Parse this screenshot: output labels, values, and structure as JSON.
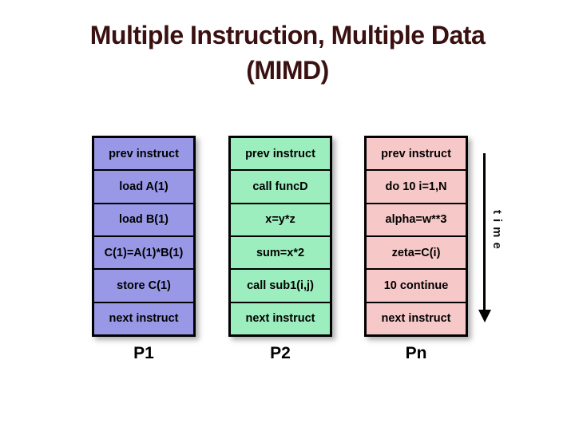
{
  "title": {
    "line1": "Multiple Instruction, Multiple Data",
    "line2": "(MIMD)"
  },
  "columns": [
    {
      "label": "P1",
      "color": "#9898e6",
      "cells": [
        "prev instruct",
        "load A(1)",
        "load B(1)",
        "C(1)=A(1)*B(1)",
        "store C(1)",
        "next instruct"
      ]
    },
    {
      "label": "P2",
      "color": "#9ceebe",
      "cells": [
        "prev instruct",
        "call funcD",
        "x=y*z",
        "sum=x*2",
        "call sub1(i,j)",
        "next instruct"
      ]
    },
    {
      "label": "Pn",
      "color": "#f7c8c8",
      "cells": [
        "prev instruct",
        "do 10 i=1,N",
        "alpha=w**3",
        "zeta=C(i)",
        "10 continue",
        "next instruct"
      ]
    }
  ],
  "time_axis": {
    "label": "time",
    "direction": "down"
  },
  "colors": {
    "title_text": "#3a1010",
    "cell_text": "#000000",
    "border": "#000000",
    "background": "#ffffff"
  }
}
